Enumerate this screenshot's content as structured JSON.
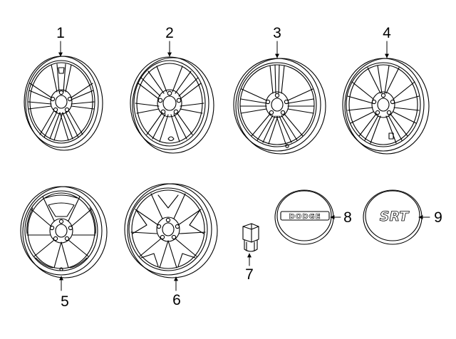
{
  "diagram": {
    "background": "#ffffff",
    "line_color": "#000000",
    "parts": [
      {
        "callout": "1",
        "kind": "wheel",
        "style": "split 5-spoke",
        "icon": "wheel-icon"
      },
      {
        "callout": "2",
        "kind": "wheel",
        "style": "10-spoke",
        "icon": "wheel-icon"
      },
      {
        "callout": "3",
        "kind": "wheel",
        "style": "twin 5-spoke",
        "icon": "wheel-icon"
      },
      {
        "callout": "4",
        "kind": "wheel",
        "style": "multi-spoke",
        "icon": "wheel-icon"
      },
      {
        "callout": "5",
        "kind": "wheel",
        "style": "5-spoke",
        "icon": "wheel-icon"
      },
      {
        "callout": "6",
        "kind": "wheel",
        "style": "split 5-spoke",
        "icon": "wheel-icon"
      },
      {
        "callout": "7",
        "kind": "lug nut",
        "icon": "lug-nut-icon"
      },
      {
        "callout": "8",
        "kind": "center cap",
        "logo_text": "DODGE",
        "icon": "center-cap-icon"
      },
      {
        "callout": "9",
        "kind": "center cap",
        "logo_text": "SRT",
        "icon": "center-cap-icon"
      }
    ]
  }
}
